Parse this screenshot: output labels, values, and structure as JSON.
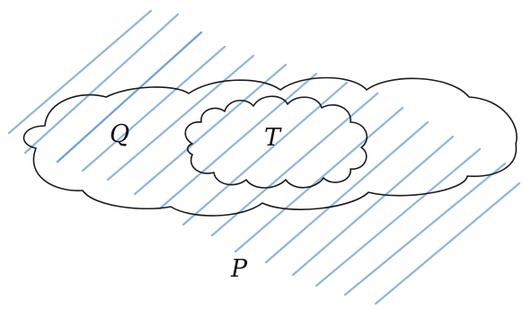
{
  "labels": {
    "outer_region": "P",
    "middle_region": "Q",
    "inner_region": "T"
  },
  "colors": {
    "hatch": "#8fb5dd",
    "hatch_dark": "#6f9fd4",
    "outline": "#1a1a1a",
    "text": "#111111",
    "background": "#ffffff"
  }
}
